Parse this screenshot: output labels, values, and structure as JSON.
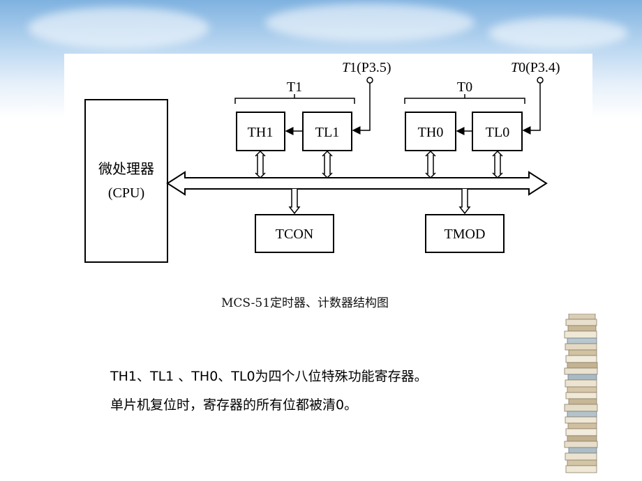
{
  "diagram": {
    "cpu_label": "微处理器",
    "cpu_sub": "(CPU)",
    "t1_group": "T1",
    "t0_group": "T0",
    "th1": "TH1",
    "tl1": "TL1",
    "th0": "TH0",
    "tl0": "TL0",
    "tcon": "TCON",
    "tmod": "TMOD",
    "t1_pin_italic": "T",
    "t1_pin_rest": "1(P3.5)",
    "t0_pin_italic": "T",
    "t0_pin_rest": "0(P3.4)"
  },
  "caption": "MCS-51定时器、计数器结构图",
  "paragraphs": [
    "TH1、TL1 、TH0、TL0为四个八位特殊功能寄存器。",
    "单片机复位时，寄存器的所有位都被清0。"
  ],
  "colors": {
    "sky_top": "#7fb2e0",
    "line": "#000000"
  }
}
